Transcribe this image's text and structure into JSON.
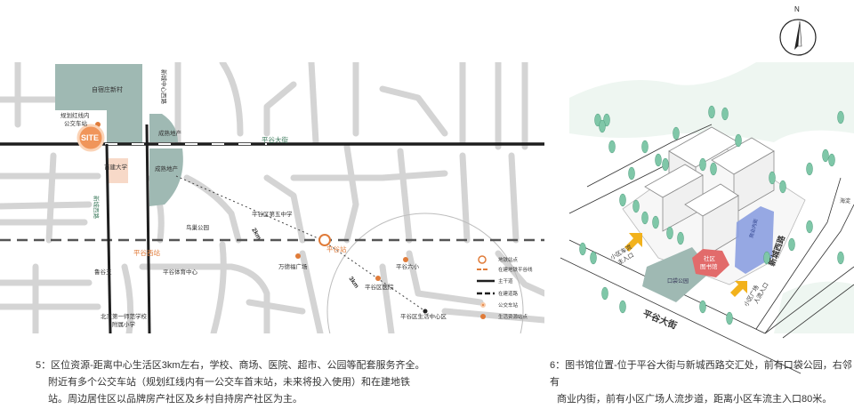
{
  "left_map": {
    "labels": {
      "residential": "自宿庄新村",
      "planned_bus_stop": "规划红线内\n公交车站",
      "site": "SITE",
      "xinmin_north": "新城中心西路",
      "road_mid_west": "新城西路",
      "chengshu_1": "成熟地产",
      "chengshu_2": "成熟地产",
      "street_main": "平谷大街",
      "university": "首建大学",
      "school5": "平谷区第五中学",
      "park": "鸟巢公园",
      "distance_2km": "2km",
      "distance_3km": "3km",
      "station_west": "平谷西站",
      "station_pinggu": "平谷站",
      "wanda": "万德福广场",
      "school6": "平谷六小",
      "hospital": "平谷区医院",
      "lugu": "鲁谷王",
      "sports": "平谷体育中心",
      "primary_school": "北京第一师范学校\n附属小学",
      "center": "平谷区生活中心区"
    },
    "legend": [
      {
        "label": "地铁站点",
        "symbol": "ring"
      },
      {
        "label": "在建地铁平谷线",
        "symbol": "dash-orange"
      },
      {
        "label": "主干道",
        "symbol": "solid-dark"
      },
      {
        "label": "在建道路",
        "symbol": "dash-dark"
      },
      {
        "label": "公交车站",
        "symbol": "dot-small"
      },
      {
        "label": "生活资源站点",
        "symbol": "dot-orange"
      }
    ],
    "caption": [
      "5：区位资源-距离中心生活区3km左右，学校、商场、医院、超市、公园等配套服务齐全。",
      "附近有多个公交车站（规划红线内有一公交车首末站，未来将投入使用）和在建地铁",
      "站。周边居住区以品牌房产社区及乡村自持房产社区为主。"
    ]
  },
  "right_map": {
    "north": "N",
    "labels": {
      "street_main": "平谷大街",
      "xinchengxi": "新城西路",
      "library": "社区\n图书馆",
      "pocket_park": "口袋公园",
      "car_entry": "小区车流\n主入口",
      "ped_entry": "小区广场\n人流入口",
      "commercial": "商业内街",
      "side_right": "海淀"
    },
    "caption": [
      "6：图书馆位置-位于平谷大街与新城西路交汇处，前有口袋公园，右邻有",
      "商业内街，前有小区广场人流步道，距离小区车流主入口80米。"
    ]
  },
  "colors": {
    "site_orange": "#f0955a",
    "metro_orange": "#e07b39",
    "block_teal": "#9fb9b3",
    "tree_green": "#7fc7a8",
    "library_red": "#e26b6b",
    "commercial_blue": "#8b9fe0",
    "arrow_yellow": "#f2b21c"
  }
}
